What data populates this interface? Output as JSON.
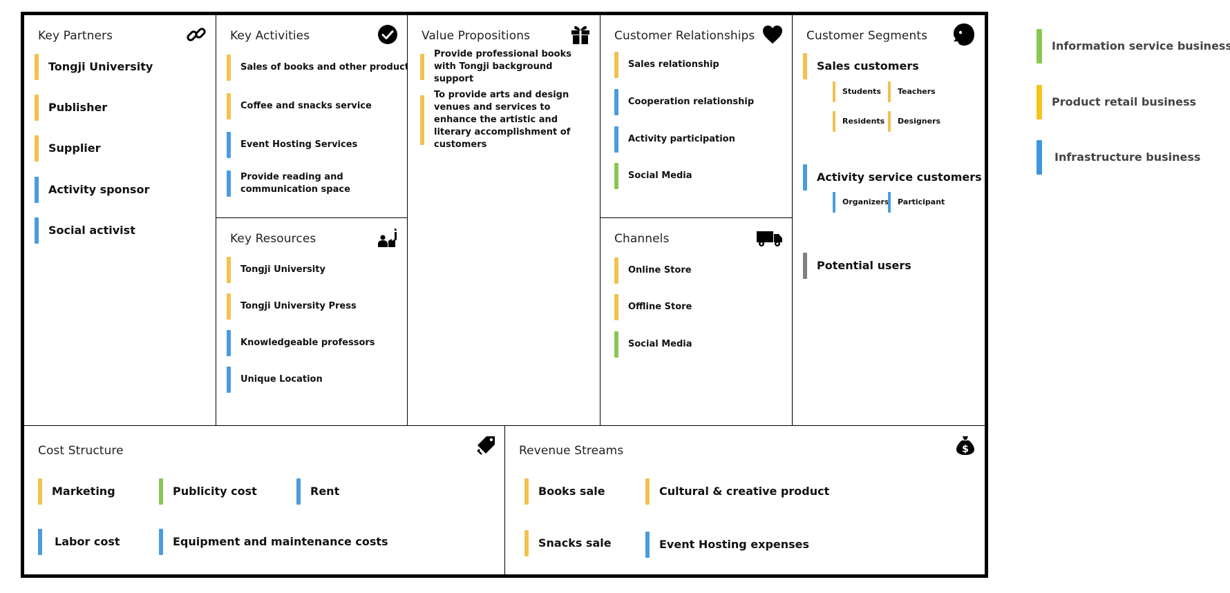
{
  "colors": {
    "yellow": "#F2C14E",
    "blue": "#4A9BE0",
    "green": "#8BC653",
    "gray": "#808080",
    "legend_yellow": "#F7C31A",
    "legend_blue": "#3D96E0",
    "legend_green": "#8BC653"
  },
  "key_partners": {
    "title": "Key Partners",
    "icon": "link-icon",
    "items": [
      {
        "label": "Tongji University",
        "color": "yellow"
      },
      {
        "label": "Publisher",
        "color": "yellow"
      },
      {
        "label": "Supplier",
        "color": "yellow"
      },
      {
        "label": "Activity sponsor",
        "color": "blue"
      },
      {
        "label": "Social activist",
        "color": "blue"
      }
    ]
  },
  "key_activities": {
    "title": "Key Activities",
    "icon": "checkmark-icon",
    "items": [
      {
        "label": "Sales of books and other products",
        "color": "yellow"
      },
      {
        "label": "Coffee and snacks service",
        "color": "yellow"
      },
      {
        "label": "Event Hosting Services",
        "color": "blue"
      },
      {
        "label": "Provide reading and communication space",
        "color": "blue"
      }
    ]
  },
  "key_resources": {
    "title": "Key Resources",
    "icon": "factory-worker-icon",
    "items": [
      {
        "label": "Tongji University",
        "color": "yellow"
      },
      {
        "label": "Tongji University Press",
        "color": "yellow"
      },
      {
        "label": "Knowledgeable professors",
        "color": "blue"
      },
      {
        "label": "Unique Location",
        "color": "blue"
      }
    ]
  },
  "value_propositions": {
    "title": "Value Propositions",
    "icon": "gift-icon",
    "items": [
      {
        "label": "Provide professional books with Tongji background support",
        "color": "yellow"
      },
      {
        "label": "To provide arts and design venues and services to enhance the artistic and literary accomplishment of customers",
        "color": "yellow"
      }
    ]
  },
  "customer_relationships": {
    "title": "Customer Relationships",
    "icon": "heart-icon",
    "items": [
      {
        "label": "Sales relationship",
        "color": "yellow"
      },
      {
        "label": "Cooperation relationship",
        "color": "blue"
      },
      {
        "label": "Activity participation",
        "color": "blue"
      },
      {
        "label": "Social Media",
        "color": "green"
      }
    ]
  },
  "channels": {
    "title": "Channels",
    "icon": "truck-icon",
    "items": [
      {
        "label": "Online Store",
        "color": "yellow"
      },
      {
        "label": "Offline Store",
        "color": "yellow"
      },
      {
        "label": "Social Media",
        "color": "green"
      }
    ]
  },
  "customer_segments": {
    "title": "Customer Segments",
    "icon": "face-icon",
    "sales_customers": {
      "label": "Sales customers",
      "sub": [
        "Students",
        "Teachers",
        "Residents",
        "Designers"
      ]
    },
    "activity_customers": {
      "label": "Activity service customers",
      "sub": [
        "Organizers",
        "Participant"
      ]
    },
    "potential_users": {
      "label": "Potential users"
    }
  },
  "cost_structure": {
    "title": "Cost Structure",
    "icon": "price-tag-icon",
    "items": [
      {
        "label": "Marketing",
        "color": "yellow"
      },
      {
        "label": "Publicity cost",
        "color": "green"
      },
      {
        "label": "Rent",
        "color": "blue"
      },
      {
        "label": "Labor cost",
        "color": "blue"
      },
      {
        "label": "Equipment and maintenance costs",
        "color": "blue"
      }
    ]
  },
  "revenue_streams": {
    "title": "Revenue Streams",
    "icon": "money-bag-icon",
    "items": [
      {
        "label": "Books sale",
        "color": "yellow"
      },
      {
        "label": "Cultural & creative product",
        "color": "yellow"
      },
      {
        "label": "Snacks sale",
        "color": "yellow"
      },
      {
        "label": "Event Hosting expenses",
        "color": "blue"
      }
    ]
  },
  "legend": [
    {
      "label": "Information service business",
      "color": "legend_green"
    },
    {
      "label": "Product retail business",
      "color": "legend_yellow"
    },
    {
      "label": "Infrastructure business",
      "color": "legend_blue"
    }
  ]
}
